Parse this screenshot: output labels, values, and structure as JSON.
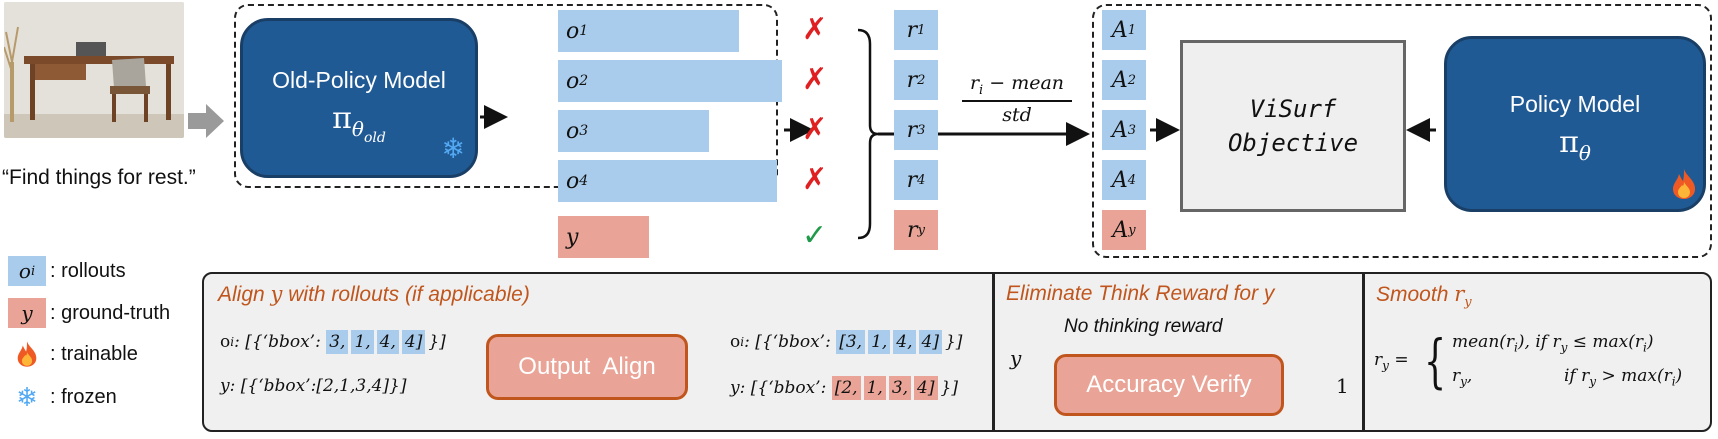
{
  "input": {
    "image_desc": "desk-and-chair-photo",
    "query": "“Find things for rest.”"
  },
  "old_policy": {
    "title": "Old-Policy Model",
    "symbol": "π",
    "subscript_theta": "θ",
    "subscript_old": "old"
  },
  "rollouts": [
    {
      "label": "o",
      "sub": "1",
      "mark": "✗",
      "fill_fraction": 0.72
    },
    {
      "label": "o",
      "sub": "2",
      "mark": "✗",
      "fill_fraction": 0.89
    },
    {
      "label": "o",
      "sub": "3",
      "mark": "✗",
      "fill_fraction": 0.6
    },
    {
      "label": "o",
      "sub": "4",
      "mark": "✗",
      "fill_fraction": 0.87
    },
    {
      "label": "y",
      "sub": "",
      "mark": "✓",
      "fill_fraction": 0.36
    }
  ],
  "rewards": [
    {
      "label": "r",
      "sub": "1"
    },
    {
      "label": "r",
      "sub": "2"
    },
    {
      "label": "r",
      "sub": "3"
    },
    {
      "label": "r",
      "sub": "4"
    },
    {
      "label": "r",
      "sub": "y"
    }
  ],
  "normalize": {
    "numerator": "r",
    "num_sub": "i",
    "num_rest": " − mean",
    "denominator": "std"
  },
  "advantages": [
    {
      "label": "A",
      "sub": "1"
    },
    {
      "label": "A",
      "sub": "2"
    },
    {
      "label": "A",
      "sub": "3"
    },
    {
      "label": "A",
      "sub": "4"
    },
    {
      "label": "A",
      "sub": "y"
    }
  ],
  "objective": {
    "line1": "ViSurf",
    "line2": "Objective"
  },
  "policy": {
    "title": "Policy Model",
    "symbol": "π",
    "subscript": "θ"
  },
  "legend": {
    "rollouts_sym": "o",
    "rollouts_sub": "i",
    "rollouts": ": rollouts",
    "gt_sym": "y",
    "gt": ": ground-truth",
    "trainable": ": trainable",
    "frozen": ": frozen"
  },
  "align_panel": {
    "title_pre": "Align ",
    "title_var": "y",
    "title_post": " with rollouts (if applicable)",
    "oi_left_prefix": "o",
    "oi_left_sub": "i",
    "oi_left_text": ": [{‘bbox’: ",
    "oi_left_nums": [
      "3,",
      "1,",
      "4,",
      "4]"
    ],
    "oi_left_end": "}]",
    "y_left_prefix": "y",
    "y_left_text": ": [{‘bbox’:[2,1,3,4]}]",
    "button": "Output  Align",
    "oi_right_prefix": "o",
    "oi_right_sub": "i",
    "oi_right_text": ": [{‘bbox’: ",
    "oi_right_nums": [
      "[3,",
      "1,",
      "4,",
      "4]"
    ],
    "oi_right_end": "}]",
    "y_right_prefix": "y",
    "y_right_text": ": [{‘bbox’: ",
    "y_right_nums": [
      "[2,",
      "1,",
      "3,",
      "4]"
    ],
    "y_right_end": "}]"
  },
  "think_panel": {
    "title": "Eliminate Think Reward for y",
    "no_think": "No thinking reward",
    "var": "y",
    "button": "Accuracy Verify",
    "result": "1"
  },
  "smooth_panel": {
    "title_pre": "Smooth ",
    "title_var": "r",
    "title_sub": "y",
    "lhs": "r",
    "lhs_sub": "y",
    "eq": " =",
    "case1": "mean(r",
    "case1_sub": "i",
    "case1_rest": "), if r",
    "case1_sub2": "y",
    "case1_end": " ≤ max(r",
    "case1_sub3": "i",
    "case1_close": ")",
    "case2": "r",
    "case2_sub": "y",
    "case2_rest": ",",
    "case2_if": "if r",
    "case2_sub2": "y",
    "case2_end": " > max(r",
    "case2_sub3": "i",
    "case2_close": ")"
  },
  "colors": {
    "navy": "#205a94",
    "bar_blue": "#a9ccec",
    "bar_red": "#e9a497",
    "accent_orange": "#c0561d",
    "cross_red": "#e02020",
    "check_green": "#1f9a4a",
    "panel_gray": "#f0f0f0",
    "objective_gray": "#efefef"
  }
}
